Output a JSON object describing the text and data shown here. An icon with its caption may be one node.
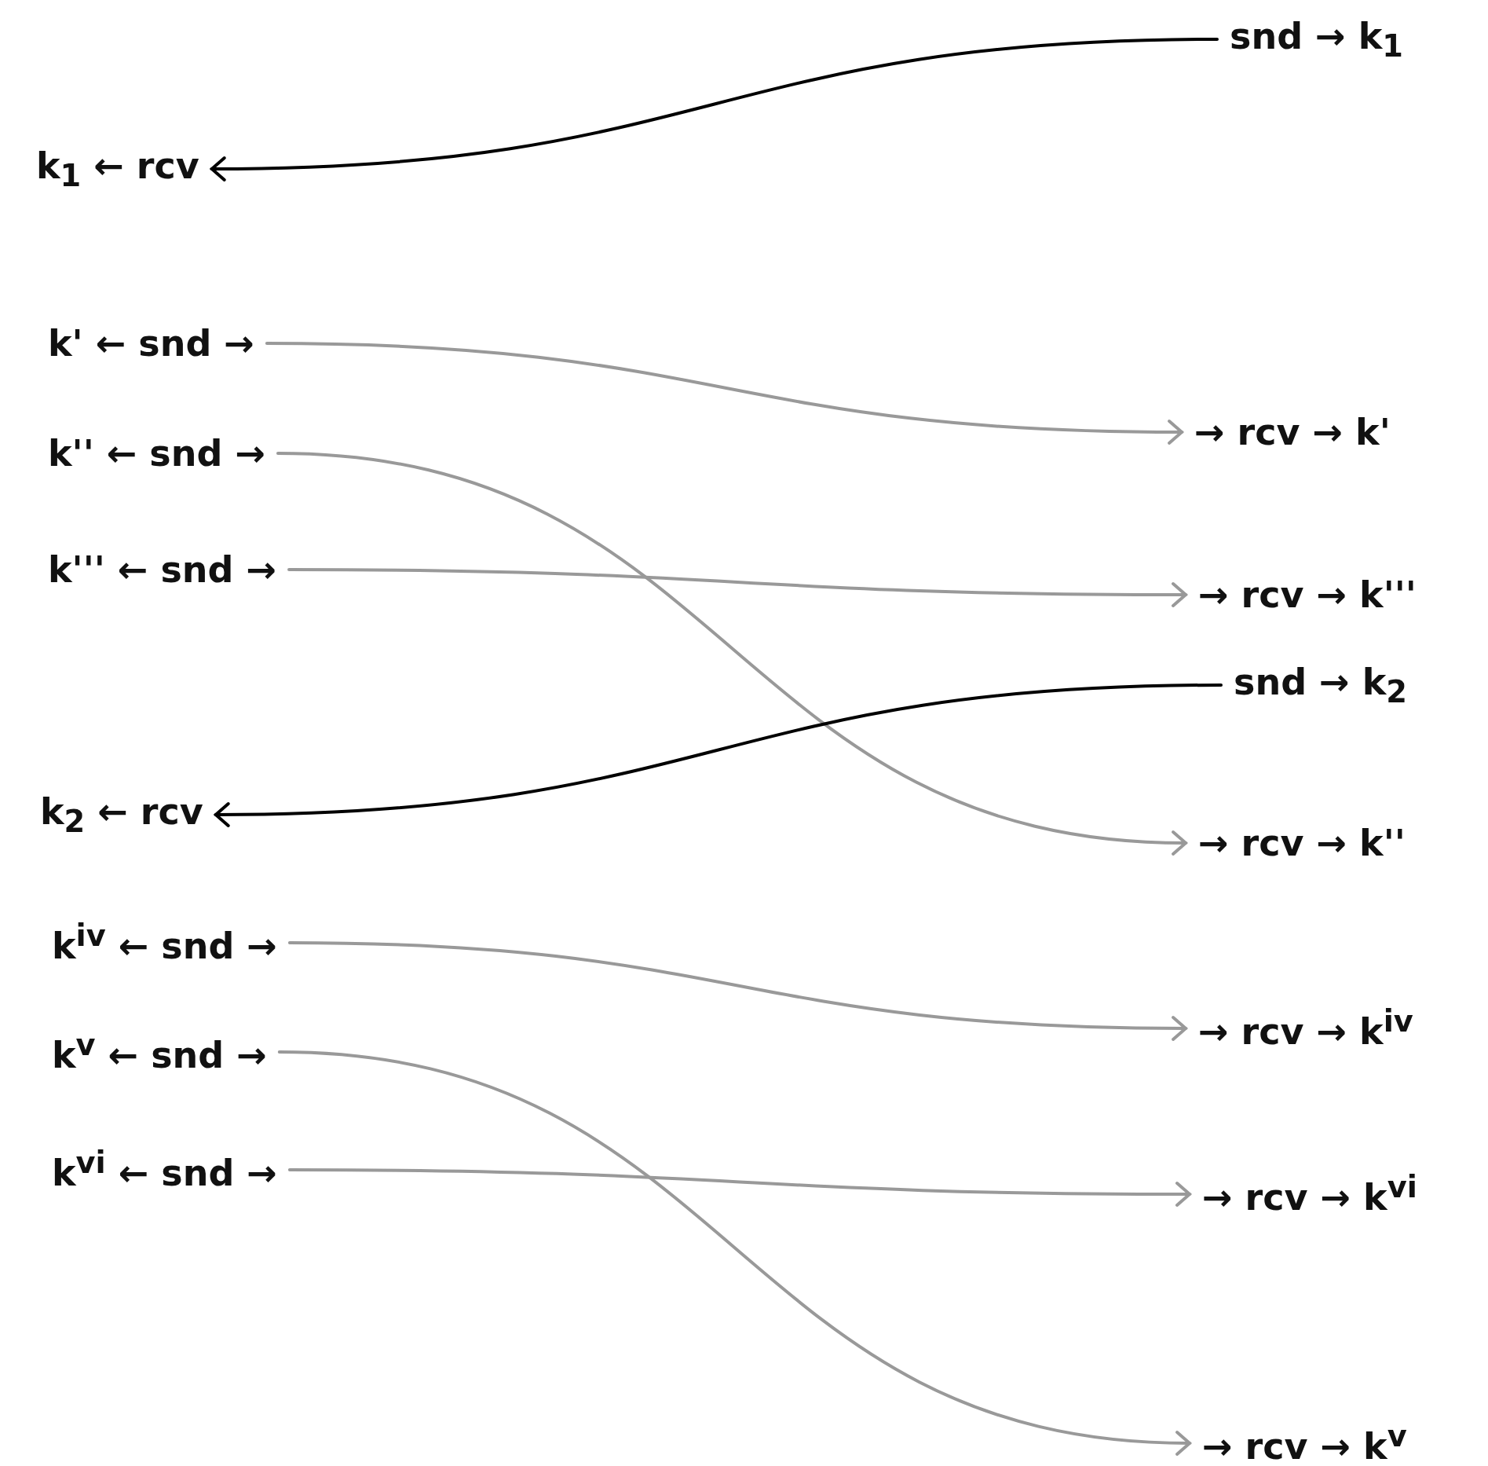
{
  "diagram": {
    "nodes": [
      {
        "text": [
          "snd → k$_{1}$"
        ]
      },
      {
        "text": [
          "k$_{1}$ ← rcv"
        ]
      },
      {
        "text": [
          "k' ← snd →"
        ]
      },
      {
        "text": [
          "→ rcv → k'"
        ]
      },
      {
        "text": [
          "k'' ← snd →"
        ]
      },
      {
        "text": [
          "k''' ← snd →"
        ]
      },
      {
        "text": [
          "→ rcv → k'''"
        ]
      },
      {
        "text": [
          "snd → k$_{2}$"
        ]
      },
      {
        "text": [
          "k$_{2}$ ← rcv"
        ]
      },
      {
        "text": [
          "→ rcv → k''"
        ]
      },
      {
        "text": [
          "k$^{iv}$ ← snd →"
        ]
      },
      {
        "text": [
          "→ rcv → k$^{iv}$"
        ]
      },
      {
        "text": [
          "k$^{v}$ ← snd →"
        ]
      },
      {
        "text": [
          "k$^{vi}$ ← snd →"
        ]
      },
      {
        "text": [
          "→ rcv → k$^{vi}$"
        ]
      },
      {
        "text": [
          "→ rcv → k$^{v}$"
        ]
      }
    ],
    "edges": [
      {
        "from": 0,
        "to": 1,
        "arrow": "to",
        "color": "#000000"
      },
      {
        "from": 2,
        "to": 3,
        "arrow": "to"
      },
      {
        "from": 4,
        "to": 9,
        "arrow": "to"
      },
      {
        "from": 5,
        "to": 6,
        "arrow": "to"
      },
      {
        "from": 7,
        "to": 8,
        "arrow": "to",
        "color": "#000000"
      },
      {
        "from": 10,
        "to": 11,
        "arrow": "to"
      },
      {
        "from": 12,
        "to": 15,
        "arrow": "to"
      },
      {
        "from": 13,
        "to": 14,
        "arrow": "to"
      }
    ]
  }
}
